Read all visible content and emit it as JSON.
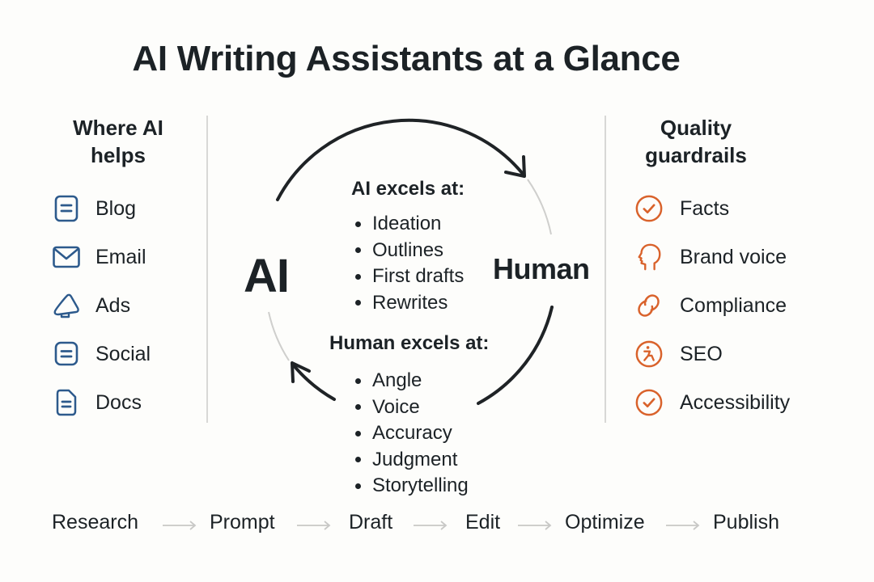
{
  "title": "AI Writing Assistants at a Glance",
  "left_column": {
    "heading": "Where AI helps",
    "icon_color": "#2d5a8c",
    "items": [
      {
        "label": "Blog",
        "icon": "document-lines-icon"
      },
      {
        "label": "Email",
        "icon": "envelope-icon"
      },
      {
        "label": "Ads",
        "icon": "megaphone-icon"
      },
      {
        "label": "Social",
        "icon": "chat-square-icon"
      },
      {
        "label": "Docs",
        "icon": "file-icon"
      }
    ]
  },
  "center": {
    "ai_label": "AI",
    "human_label": "Human",
    "ai_excels": {
      "heading": "AI excels at:",
      "items": [
        "Ideation",
        "Outlines",
        "First drafts",
        "Rewrites"
      ]
    },
    "human_excels": {
      "heading": "Human excels at:",
      "items": [
        "Angle",
        "Voice",
        "Accuracy",
        "Judgment",
        "Storytelling"
      ]
    },
    "arc_color": "#1f2326",
    "arc_faint_color": "#cfcfcd"
  },
  "right_column": {
    "heading": "Quality guardrails",
    "icon_color": "#d9622b",
    "items": [
      {
        "label": "Facts",
        "icon": "check-circle-icon"
      },
      {
        "label": "Brand voice",
        "icon": "head-profile-icon"
      },
      {
        "label": "Compliance",
        "icon": "link-icon"
      },
      {
        "label": "SEO",
        "icon": "accessibility-person-circle-icon"
      },
      {
        "label": "Accessibility",
        "icon": "check-circle-icon"
      }
    ]
  },
  "workflow": {
    "steps": [
      "Research",
      "Prompt",
      "Draft",
      "Edit",
      "Optimize",
      "Publish"
    ],
    "arrow_color": "#c8c8c6"
  }
}
